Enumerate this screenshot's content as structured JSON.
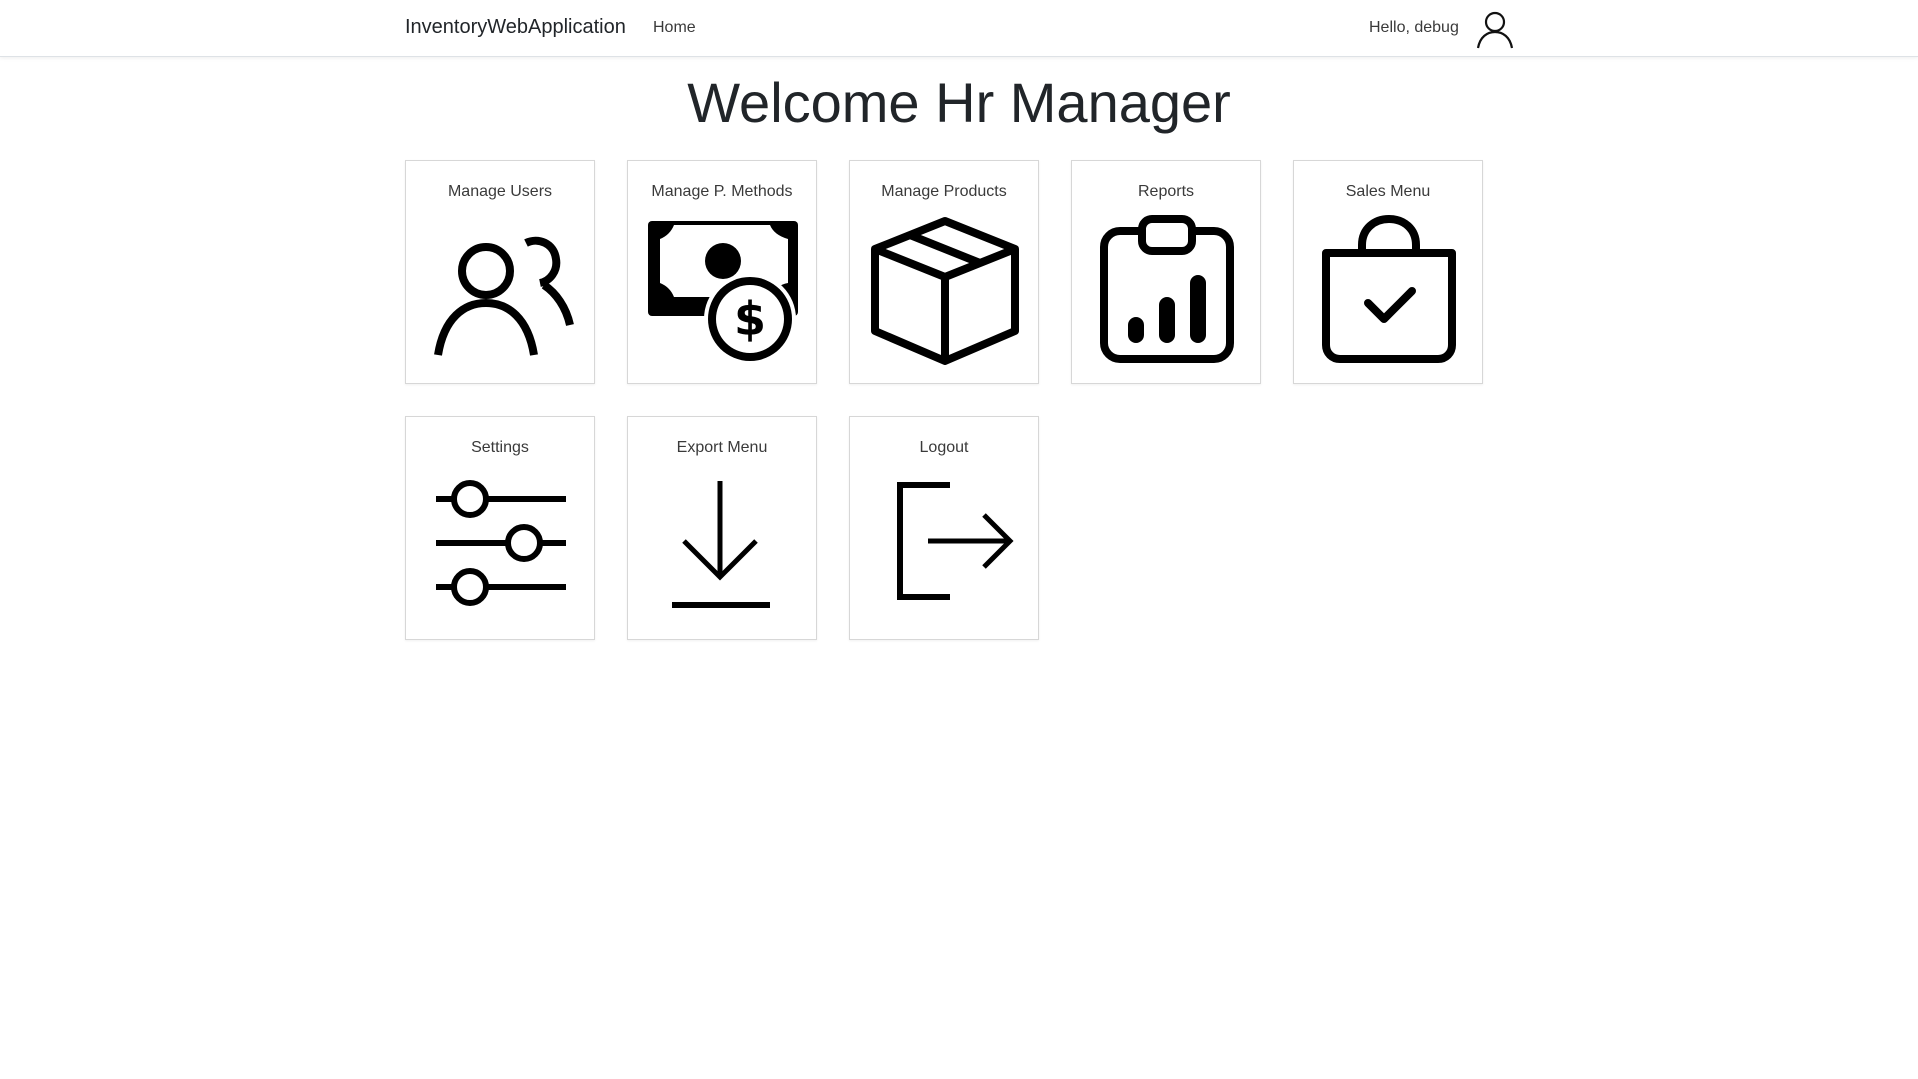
{
  "navbar": {
    "brand": "InventoryWebApplication",
    "home_label": "Home",
    "greeting": "Hello, debug"
  },
  "main": {
    "title": "Welcome Hr Manager",
    "tiles": [
      {
        "label": "Manage Users",
        "icon": "users-icon"
      },
      {
        "label": "Manage P. Methods",
        "icon": "cash-payment-icon"
      },
      {
        "label": "Manage Products",
        "icon": "box-icon"
      },
      {
        "label": "Reports",
        "icon": "clipboard-chart-icon"
      },
      {
        "label": "Sales Menu",
        "icon": "shopping-bag-check-icon"
      },
      {
        "label": "Settings",
        "icon": "sliders-icon"
      },
      {
        "label": "Export Menu",
        "icon": "download-icon"
      },
      {
        "label": "Logout",
        "icon": "logout-icon"
      }
    ]
  }
}
